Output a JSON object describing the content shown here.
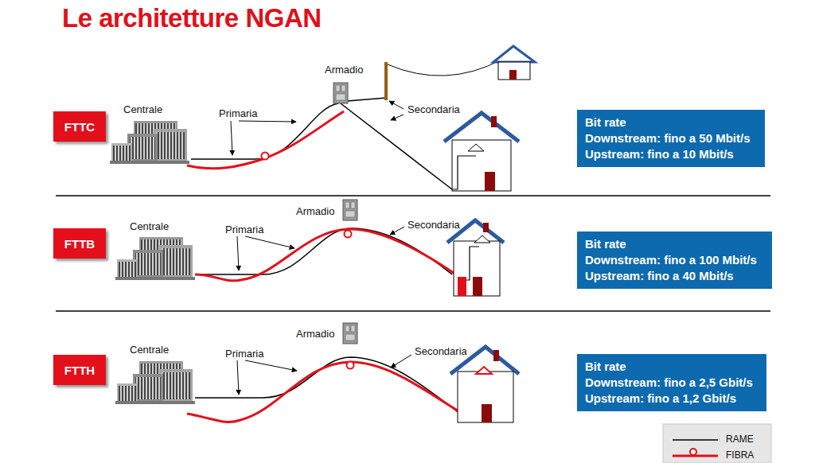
{
  "diagram": {
    "title": "Le architetture NGAN",
    "nodes": [
      {
        "text": [
          "FTTC"
        ]
      },
      {
        "text": [
          "Bit rate",
          "Downstream: fino a 50 Mbit/s",
          "Upstream: fino a 10 Mbit/s"
        ]
      },
      {
        "text": [
          "FTTB"
        ]
      },
      {
        "text": [
          "Bit rate",
          "Downstream: fino a 100 Mbit/s",
          "Upstream: fino a 40 Mbit/s"
        ]
      },
      {
        "text": [
          "FTTH"
        ]
      },
      {
        "text": [
          "Bit rate",
          "Downstream: fino a 2,5 Gbit/s",
          "Upstream: fino a 1,2 Gbit/s"
        ]
      }
    ],
    "labels": [
      "Centrale",
      "Primaria",
      "Armadio",
      "Secondaria",
      "Centrale",
      "Primaria",
      "Armadio",
      "Secondaria",
      "Centrale",
      "Primaria",
      "Armadio",
      "Secondaria"
    ],
    "legend": [
      {
        "text": "RAME"
      },
      {
        "text": "FIBRA"
      }
    ]
  }
}
